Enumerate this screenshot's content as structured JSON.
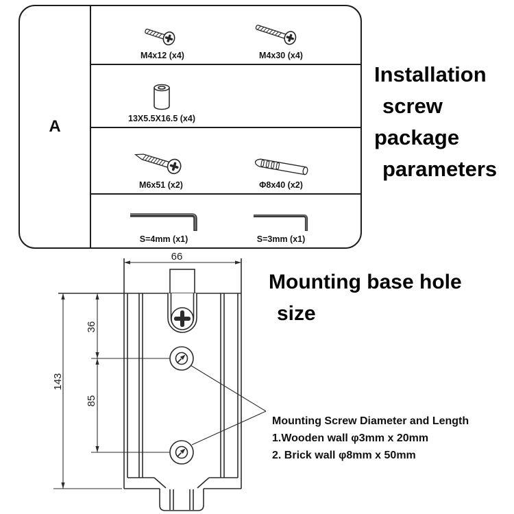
{
  "table": {
    "group_label": "A",
    "rows": [
      {
        "items": [
          {
            "icon": "pan-head-screw-short",
            "label": "M4x12 (x4)"
          },
          {
            "icon": "pan-head-screw-long",
            "label": "M4x30 (x4)"
          }
        ]
      },
      {
        "items": [
          {
            "icon": "spacer-cylinder",
            "label": "13X5.5X16.5 (x4)"
          }
        ]
      },
      {
        "items": [
          {
            "icon": "self-tapping-screw",
            "label": "M6x51 (x2)"
          },
          {
            "icon": "wall-anchor",
            "label": "Φ8x40 (x2)"
          }
        ]
      },
      {
        "items": [
          {
            "icon": "hex-key-large",
            "label": "S=4mm (x1)"
          },
          {
            "icon": "hex-key-small",
            "label": "S=3mm (x1)"
          }
        ]
      }
    ]
  },
  "headings": {
    "install_package": {
      "lines": [
        "Installation",
        "screw",
        "package",
        "parameters"
      ]
    },
    "hole_size": {
      "lines": [
        "Mounting base hole",
        "size"
      ]
    }
  },
  "diagram": {
    "dimensions": {
      "width": "66",
      "height": "143",
      "top_hole_offset": "36",
      "hole_spacing": "85"
    },
    "note_lines": [
      "Mounting Screw Diameter and Length",
      "1.Wooden wall φ3mm x 20mm",
      "2. Brick wall φ8mm x 50mm"
    ]
  },
  "colors": {
    "ink": "#2b2b2b",
    "background": "#ffffff"
  }
}
